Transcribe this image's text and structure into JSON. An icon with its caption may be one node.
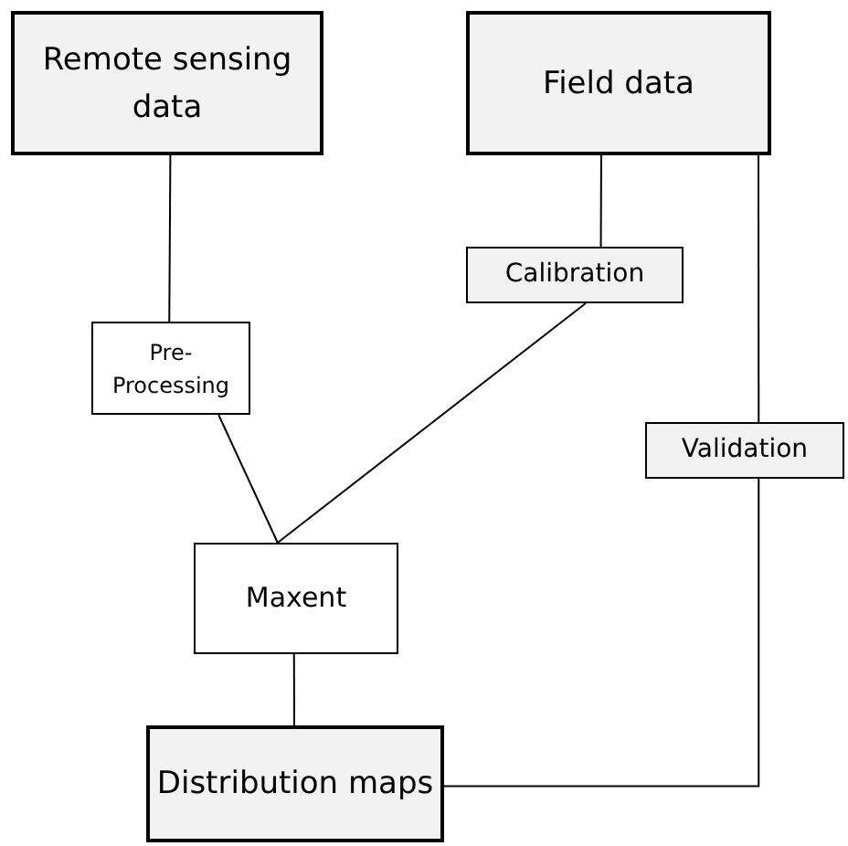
{
  "diagram": {
    "nodes": [
      {
        "text": [
          "Remote sensing data"
        ]
      },
      {
        "text": [
          "Field data"
        ]
      },
      {
        "text": [
          "Calibration"
        ]
      },
      {
        "text": [
          "Pre-Processing"
        ]
      },
      {
        "text": [
          "Validation"
        ]
      },
      {
        "text": [
          "Maxent"
        ]
      },
      {
        "text": [
          "Distribution maps"
        ]
      }
    ],
    "edges": [
      {
        "from": 0,
        "to": 3,
        "arrow": "none"
      },
      {
        "from": 1,
        "to": 2,
        "arrow": "none"
      },
      {
        "from": 3,
        "to": 5,
        "arrow": "none"
      },
      {
        "from": 2,
        "to": 5,
        "arrow": "none"
      },
      {
        "from": 1,
        "to": 4,
        "arrow": "none"
      },
      {
        "from": 4,
        "to": 6,
        "arrow": "none"
      },
      {
        "from": 5,
        "to": 6,
        "arrow": "none"
      }
    ]
  }
}
